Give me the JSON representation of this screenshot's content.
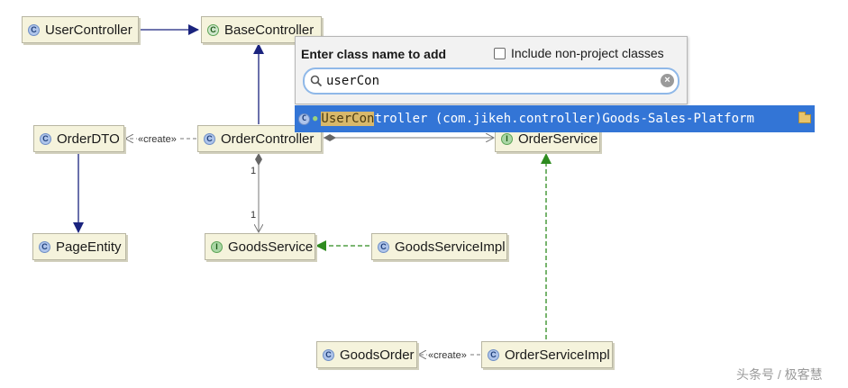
{
  "diagram": {
    "classes": {
      "user_controller": {
        "label": "UserController",
        "kind": "C"
      },
      "base_controller": {
        "label": "BaseController",
        "kind": "C"
      },
      "order_dto": {
        "label": "OrderDTO",
        "kind": "C"
      },
      "order_controller": {
        "label": "OrderController",
        "kind": "C"
      },
      "order_service": {
        "label": "OrderService",
        "kind": "I"
      },
      "page_entity": {
        "label": "PageEntity",
        "kind": "C"
      },
      "goods_service": {
        "label": "GoodsService",
        "kind": "I"
      },
      "goods_service_impl": {
        "label": "GoodsServiceImpl",
        "kind": "C"
      },
      "goods_order": {
        "label": "GoodsOrder",
        "kind": "C"
      },
      "order_service_impl": {
        "label": "OrderServiceImpl",
        "kind": "C"
      }
    },
    "stereotypes": {
      "create_top": "«create»",
      "create_bottom": "«create»"
    },
    "multiplicities": {
      "source": "1",
      "target": "1"
    },
    "colors": {
      "generalization": "#1a237e",
      "realization": "#2e8b1f",
      "dependency": "#777777"
    }
  },
  "popup": {
    "title": "Enter class name to add",
    "checkbox_label": "Include non-project classes",
    "checkbox_checked": false,
    "search_value": "userCon",
    "search_icon": "search-icon",
    "clear_icon": "clear-icon",
    "result": {
      "match": "UserCon",
      "rest": "troller (com.jikeh.controller)",
      "module": "Goods-Sales-Platform"
    }
  },
  "watermark": "头条号 / 极客慧"
}
